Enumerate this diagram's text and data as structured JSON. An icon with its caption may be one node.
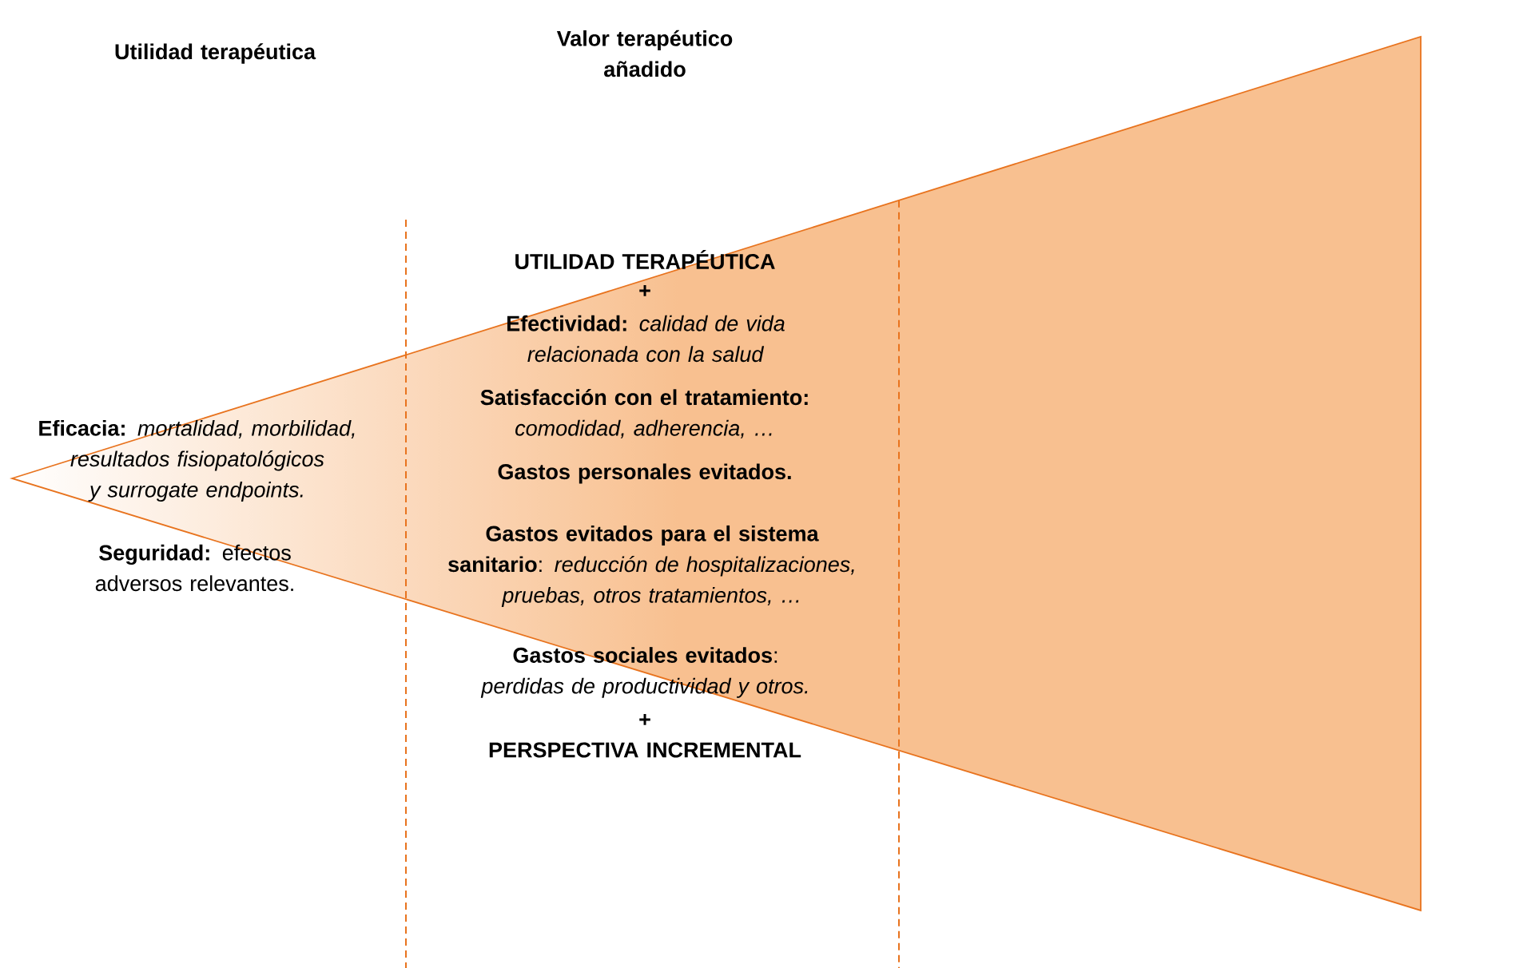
{
  "diagram": {
    "labels": [
      "Utilidad terapéutica",
      "Valor terapéutico añadido",
      "**Eficacia:** *mortalidad, morbilidad, resultados fisiopatológicos y surrogate endpoints.*",
      "**Seguridad:** efectos adversos relevantes.",
      "UTILIDAD TERAPÉUTICA",
      "+",
      "**Efectividad:** *calidad de vida relacionada con la salud*",
      "**Satisfacción con el tratamiento:** *comodidad, adherencia, …*",
      "Gastos personales evitados.",
      "**Gastos evitados para el sistema sanitario**: *reducción de hospitalizaciones, pruebas, otros tratamientos, …*",
      "**Gastos sociales evitados**: *perdidas de productividad y otros.*",
      "+",
      "PERSPECTIVA INCREMENTAL"
    ]
  }
}
